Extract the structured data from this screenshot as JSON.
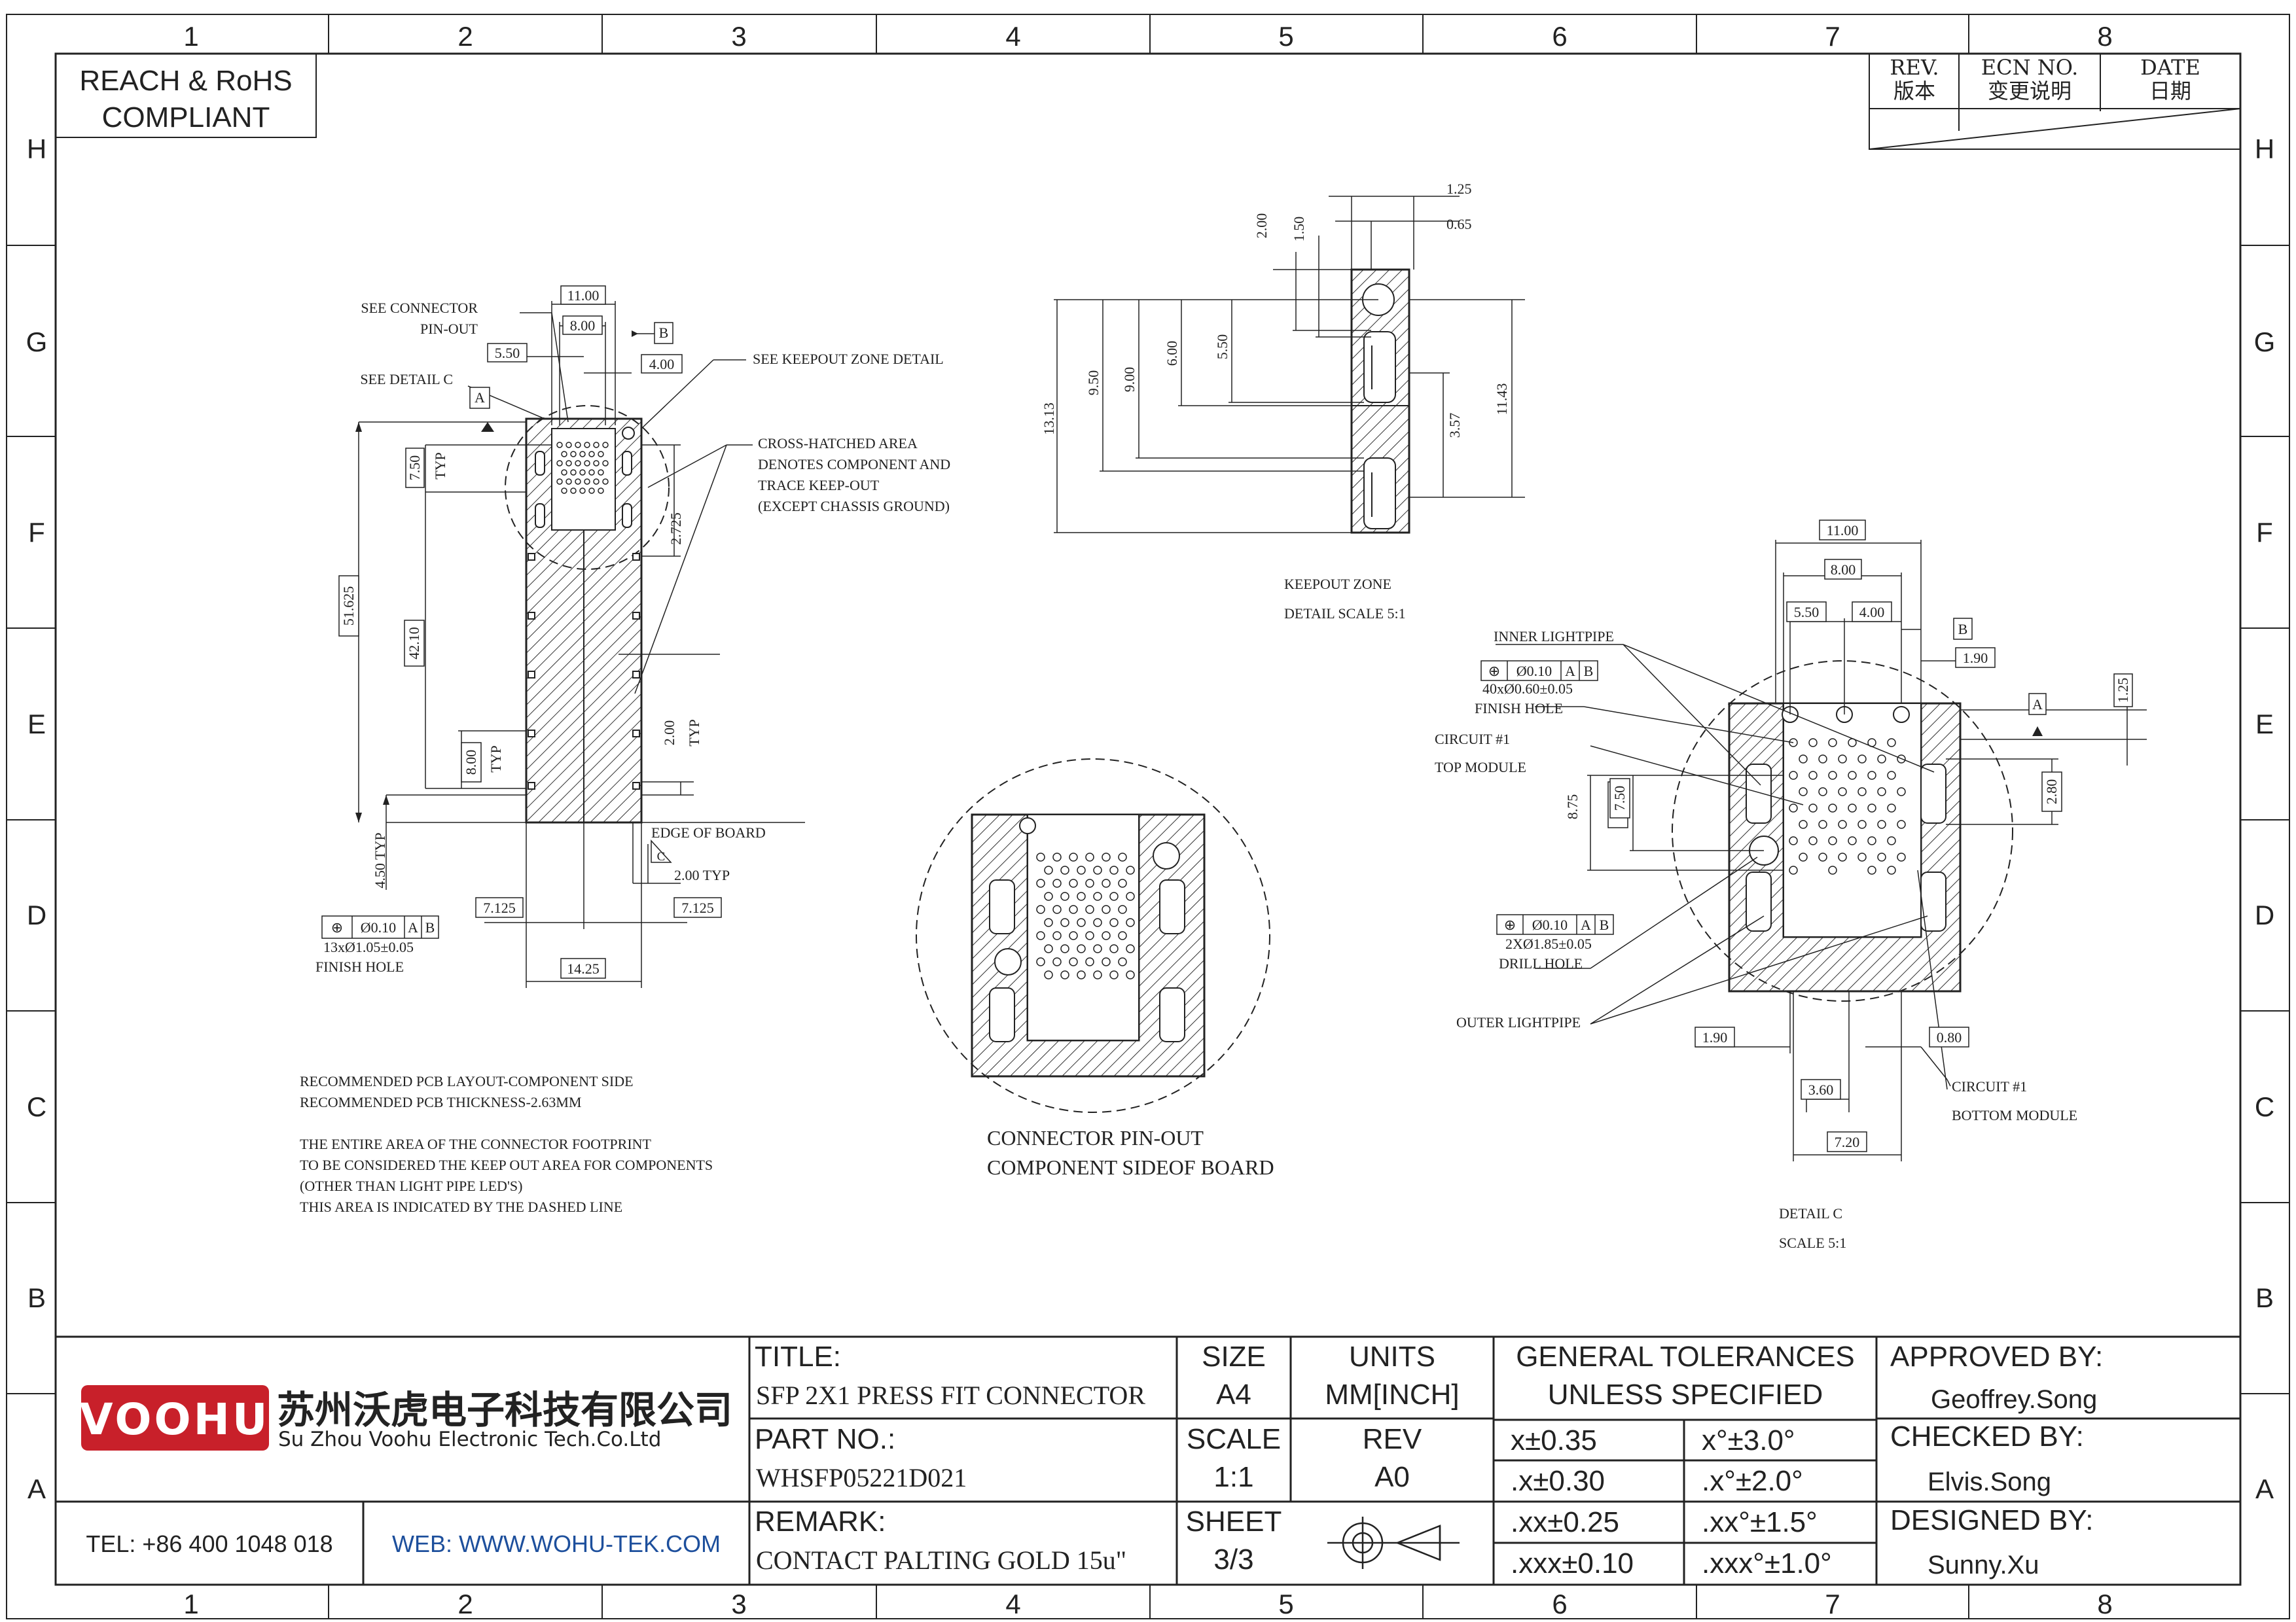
{
  "compliance": {
    "line1": "REACH & RoHS",
    "line2": "COMPLIANT"
  },
  "zones": {
    "columns": [
      "1",
      "2",
      "3",
      "4",
      "5",
      "6",
      "7",
      "8"
    ],
    "rows": [
      "H",
      "G",
      "F",
      "E",
      "D",
      "C",
      "B",
      "A"
    ]
  },
  "revision_block": {
    "rev_en": "REV.",
    "rev_cn": "版本",
    "ecn_en": "ECN NO.",
    "ecn_cn": "变更说明",
    "date_en": "DATE",
    "date_cn": "日期"
  },
  "pcb_layout": {
    "callouts": {
      "see_connector_1": "SEE CONNECTOR",
      "see_connector_2": "PIN-OUT",
      "see_detail_c": "SEE DETAIL C",
      "see_keepout": "SEE KEEPOUT ZONE DETAIL",
      "cross_1": "CROSS-HATCHED AREA",
      "cross_2": "DENOTES COMPONENT AND",
      "cross_3": "TRACE KEEP-OUT",
      "cross_4": "(EXCEPT CHASSIS GROUND)",
      "edge_of_board": "EDGE OF BOARD",
      "finish_hole": "FINISH HOLE"
    },
    "datums": {
      "a": "A",
      "b": "B",
      "c": "C"
    },
    "fcf": {
      "symbol": "⊕",
      "tol": "Ø0.10",
      "a": "A",
      "b": "B"
    },
    "fcf_note": "13xØ1.05±0.05",
    "dims": {
      "d11_00": "11.00",
      "d8_00": "8.00",
      "d5_50": "5.50",
      "d4_00": "4.00",
      "d7_50": "7.50",
      "typ": "TYP",
      "d2_725": "2.725",
      "d51_625": "51.625",
      "d42_10": "42.10",
      "d8_00b": "8.00",
      "d2_00": "2.00",
      "d4_50typ": "4.50 TYP",
      "d2_00typ": "2.00 TYP",
      "d7_125a": "7.125",
      "d7_125b": "7.125",
      "d14_25": "14.25"
    },
    "notes": [
      "RECOMMENDED PCB LAYOUT-COMPONENT SIDE",
      "RECOMMENDED PCB THICKNESS-2.63MM",
      "",
      "THE ENTIRE AREA OF THE CONNECTOR FOOTPRINT",
      "TO BE CONSIDERED THE KEEP OUT AREA FOR COMPONENTS",
      "(OTHER THAN LIGHT PIPE LED'S)",
      "THIS AREA IS INDICATED BY THE DASHED LINE"
    ]
  },
  "keepout": {
    "dims": {
      "d1_25": "1.25",
      "d0_65": "0.65",
      "d2_00": "2.00",
      "d1_50": "1.50",
      "d13_13": "13.13",
      "d9_50": "9.50",
      "d9_00": "9.00",
      "d6_00": "6.00",
      "d5_50": "5.50",
      "d3_57": "3.57",
      "d11_43": "11.43"
    },
    "title1": "KEEPOUT ZONE",
    "title2": "DETAIL SCALE 5:1"
  },
  "pinout": {
    "title1": "CONNECTOR PIN-OUT",
    "title2": "COMPONENT SIDEOF BOARD"
  },
  "detail_c": {
    "dims": {
      "d11_00": "11.00",
      "d8_00": "8.00",
      "d5_50": "5.50",
      "d4_00": "4.00",
      "d1_90a": "1.90",
      "d1_25": "1.25",
      "d2_80": "2.80",
      "d8_75": "8.75",
      "d7_50": "7.50",
      "d1_90b": "1.90",
      "d0_80": "0.80",
      "d3_60": "3.60",
      "d7_20": "7.20"
    },
    "datums": {
      "a": "A",
      "b": "B"
    },
    "fcf": {
      "symbol": "⊕",
      "tol": "Ø0.10",
      "a": "A",
      "b": "B"
    },
    "fcf_note": "40xØ0.60±0.05",
    "fcf2_note": "2XØ1.85±0.05",
    "callouts": {
      "inner_lightpipe": "INNER LIGHTPIPE",
      "finish_hole": "FINISH HOLE",
      "circuit_top_1": "CIRCUIT #1",
      "circuit_top_2": "TOP MODULE",
      "drill_hole": "DRILL HOLE",
      "outer_lightpipe": "OUTER LIGHTPIPE",
      "circuit_bot_1": "CIRCUIT #1",
      "circuit_bot_2": "BOTTOM MODULE"
    },
    "title1": "DETAIL C",
    "title2": "SCALE 5:1"
  },
  "title_block": {
    "logo": "VOOHU",
    "company_cn": "苏州沃虎电子科技有限公司",
    "company_en": "Su Zhou Voohu Electronic Tech.Co.Ltd",
    "tel": "TEL: +86 400 1048 018",
    "web": "WEB: WWW.WOHU-TEK.COM",
    "title_label": "TITLE:",
    "title_value": "SFP 2X1 PRESS FIT CONNECTOR",
    "part_label": "PART NO.:",
    "part_value": "WHSFP05221D021",
    "remark_label": "REMARK:",
    "remark_value": "CONTACT PALTING GOLD 15u\"",
    "size_label": "SIZE",
    "size_value": "A4",
    "units_label": "UNITS",
    "units_value": "MM[INCH]",
    "scale_label": "SCALE",
    "scale_value": "1:1",
    "rev_label": "REV",
    "rev_value": "A0",
    "sheet_label": "SHEET",
    "sheet_value": "3/3",
    "tol_label1": "GENERAL TOLERANCES",
    "tol_label2": "UNLESS SPECIFIED",
    "tol": [
      [
        "x±0.35",
        "x°±3.0°"
      ],
      [
        ".x±0.30",
        ".x°±2.0°"
      ],
      [
        ".xx±0.25",
        ".xx°±1.5°"
      ],
      [
        ".xxx±0.10",
        ".xxx°±1.0°"
      ]
    ],
    "approved_label": "APPROVED BY:",
    "approved_value": "Geoffrey.Song",
    "checked_label": "CHECKED BY:",
    "checked_value": "Elvis.Song",
    "designed_label": "DESIGNED BY:",
    "designed_value": "Sunny.Xu"
  },
  "colors": {
    "logo_red": "#c8202a",
    "link_blue": "#1d4f9c",
    "ink": "#222222"
  }
}
